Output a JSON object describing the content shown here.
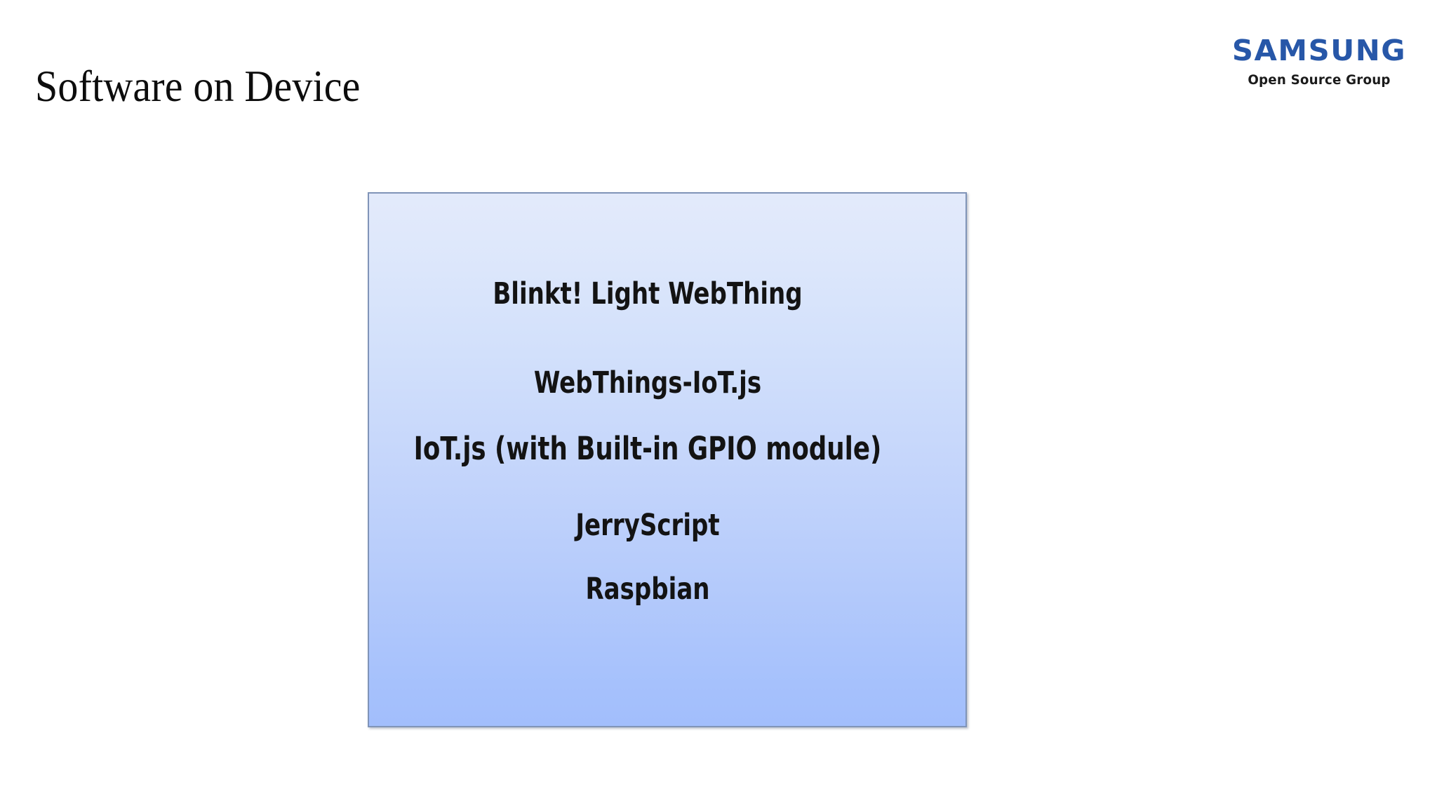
{
  "slide": {
    "title": "Software on Device",
    "background_color": "#ffffff"
  },
  "logo": {
    "wordmark": "SAMSUNG",
    "subtitle": "Open Source Group",
    "wordmark_color": "#2757a8",
    "subtitle_color": "#1b1b1b"
  },
  "stack_diagram": {
    "border_color": "#8094b8",
    "gradient_top_color": "#e3eafb",
    "gradient_bottom_color": "#a2befc",
    "text_color": "#131313",
    "layers": [
      {
        "label": "Blinkt! Light WebThing"
      },
      {
        "label": "WebThings-IoT.js"
      },
      {
        "label": "IoT.js (with Built-in GPIO module)"
      },
      {
        "label": "JerryScript"
      },
      {
        "label": "Raspbian"
      }
    ]
  }
}
